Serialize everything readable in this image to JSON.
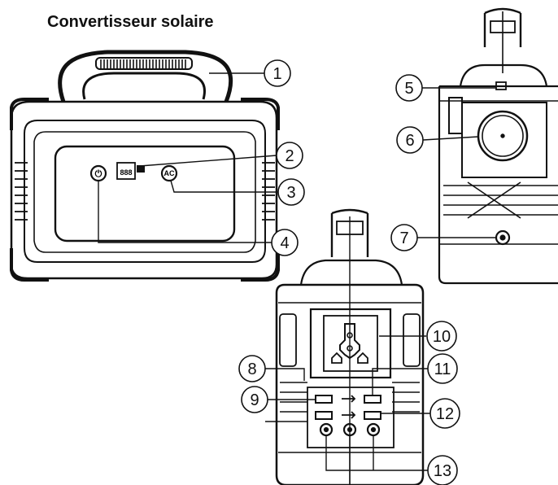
{
  "title": "Convertisseur solaire",
  "front_panel": {
    "power_symbol": "⏻",
    "ac_label": "AC",
    "display_text": "888"
  },
  "callouts": [
    "1",
    "2",
    "3",
    "4",
    "5",
    "6",
    "7",
    "8",
    "9",
    "10",
    "11",
    "12",
    "13"
  ]
}
